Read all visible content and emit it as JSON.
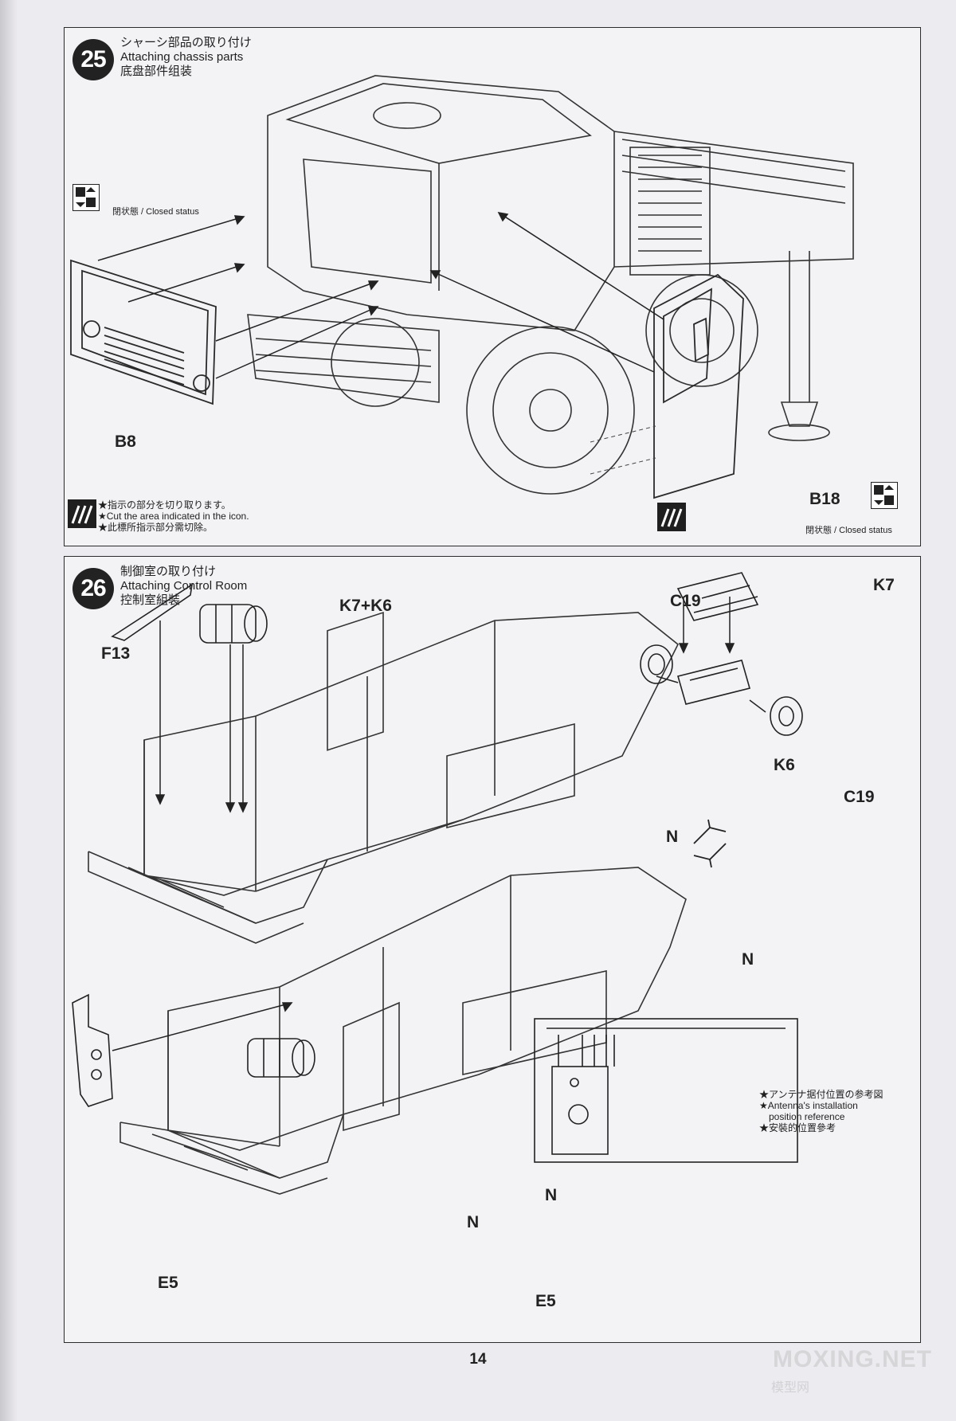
{
  "page_number": "14",
  "watermark": {
    "site": "MOXING.NET",
    "sub": "模型网"
  },
  "step25": {
    "number": "25",
    "title_ja": "シャーシ部品の取り付け",
    "title_en": "Attaching chassis parts",
    "title_zh": "底盘部件组装",
    "closed_status_left": "閉状態 / Closed status",
    "closed_status_right": "閉状態 / Closed status",
    "part_b8": "B8",
    "part_b18": "B18",
    "note_ja": "★指示の部分を切り取ります。",
    "note_en": "★Cut the area indicated in the icon.",
    "note_zh": "★此標所指示部分需切除。"
  },
  "step26": {
    "number": "26",
    "title_ja": "制御室の取り付け",
    "title_en": "Attaching Control Room",
    "title_zh": "控制室組裝",
    "part_k7k6": "K7+K6",
    "part_f13": "F13",
    "part_c19_top": "C19",
    "part_k7": "K7",
    "part_k6": "K6",
    "part_c19_bottom": "C19",
    "part_n_upper": "N",
    "part_n_flip": "N",
    "part_n_lower": "N",
    "part_e5": "E5",
    "part_n_ref": "N",
    "part_e5_ref": "E5",
    "antenna_note_ja": "★アンテナ据付位置の参考図",
    "antenna_note_en1": "★Antenna's installation",
    "antenna_note_en2": "position reference",
    "antenna_note_zh": "★安裝的位置參考"
  }
}
